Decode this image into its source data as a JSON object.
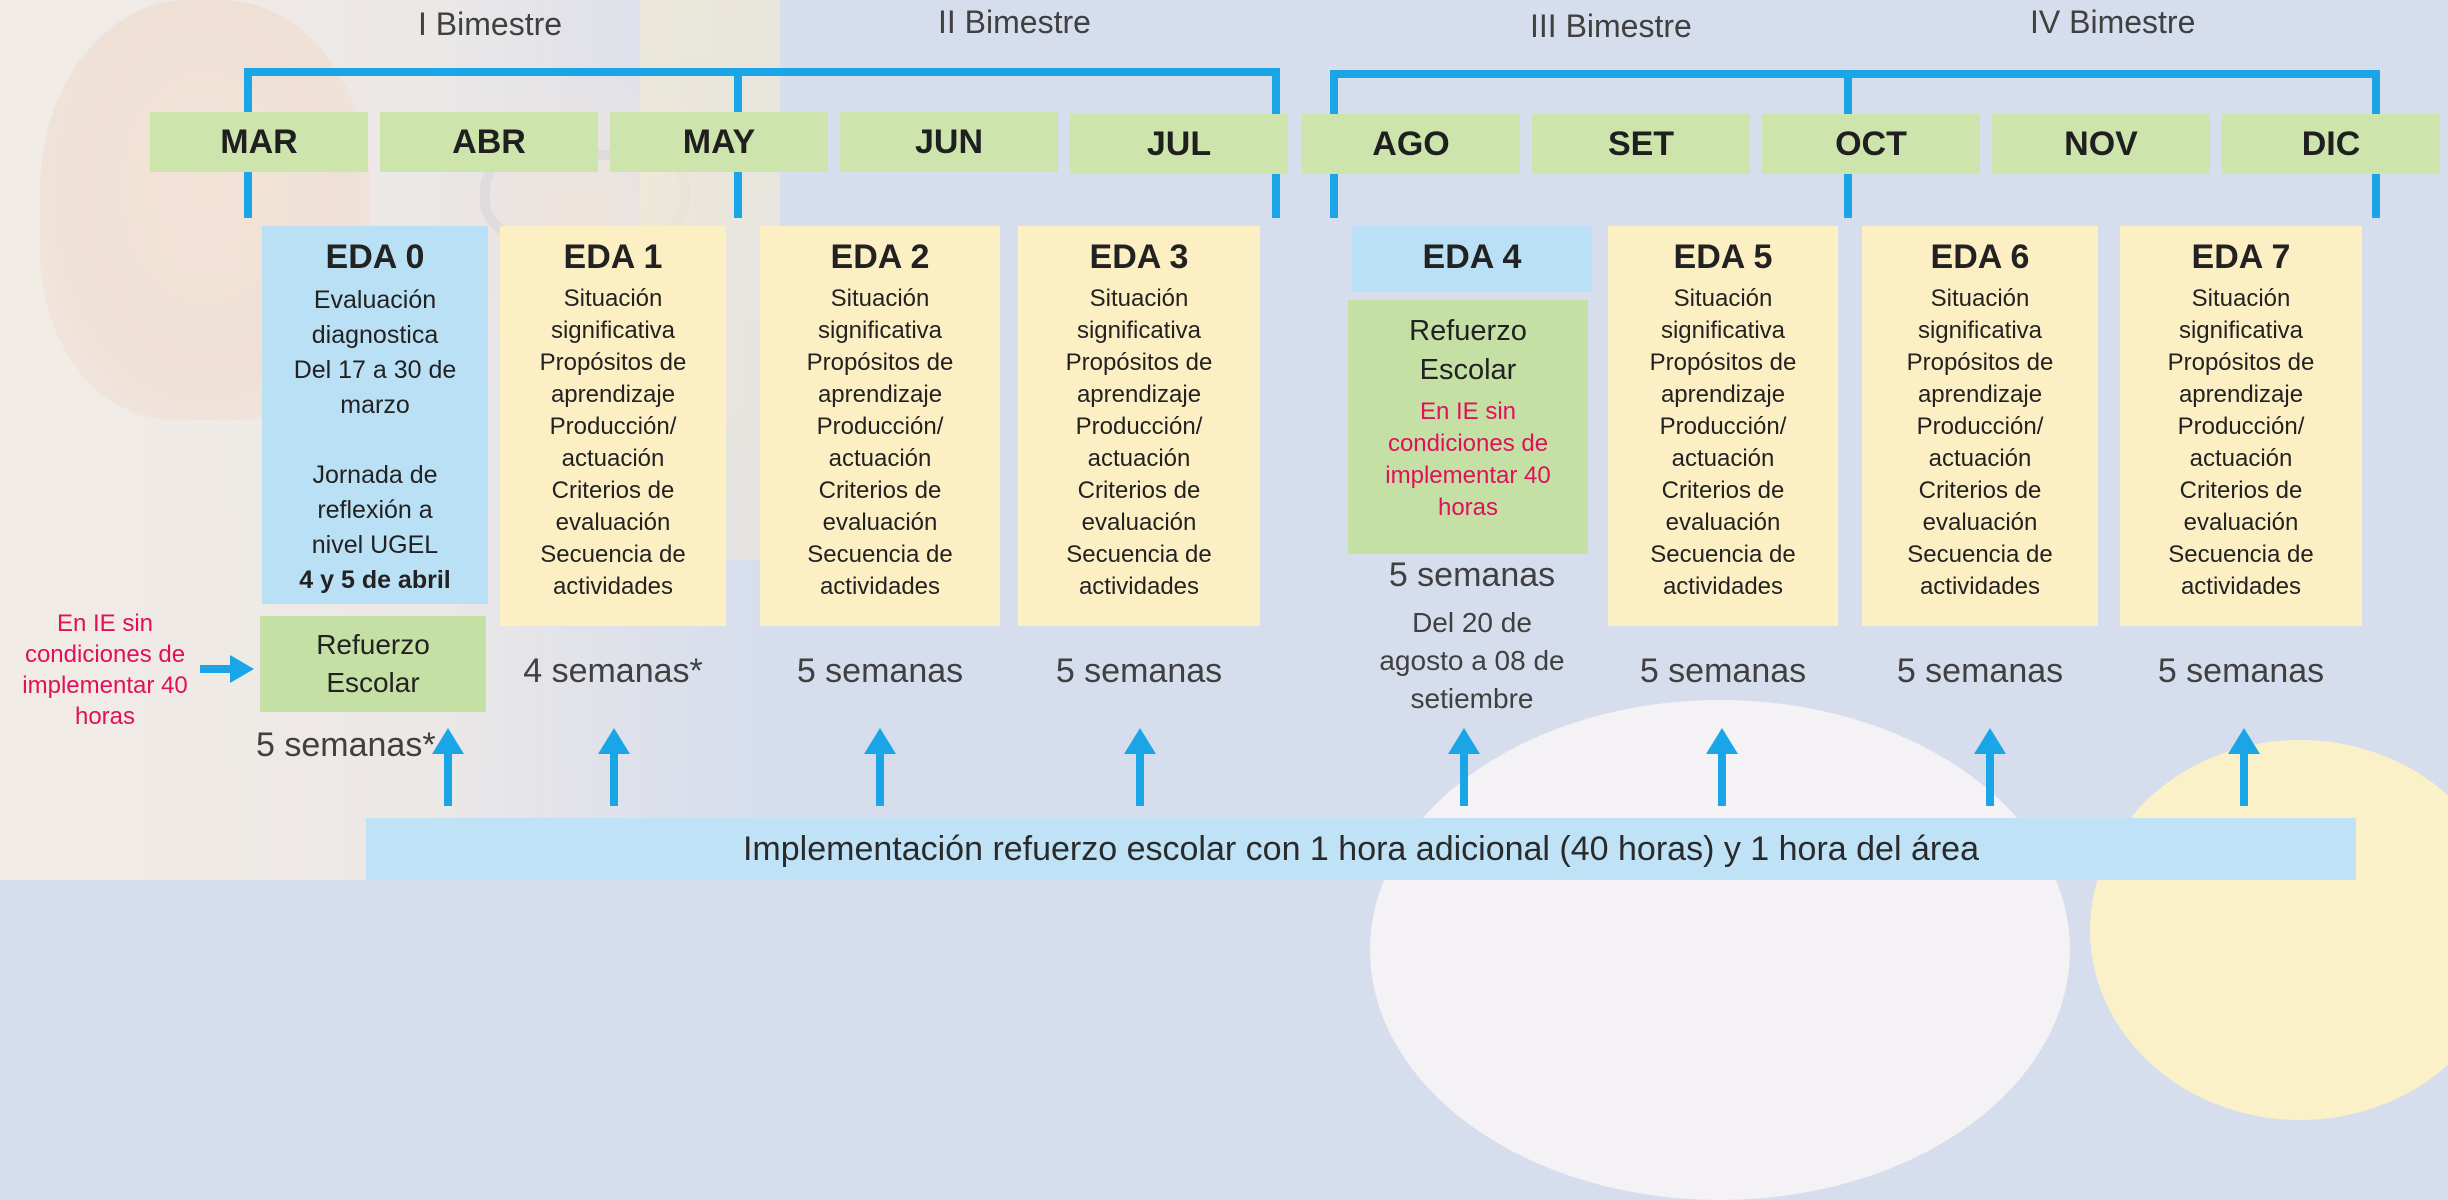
{
  "periods": [
    "I Bimestre",
    "II Bimestre",
    "III Bimestre",
    "IV Bimestre"
  ],
  "months": [
    "MAR",
    "ABR",
    "MAY",
    "JUN",
    "JUL",
    "AGO",
    "SET",
    "OCT",
    "NOV",
    "DIC"
  ],
  "eda0": {
    "title": "EDA 0",
    "lines": [
      "Evaluación",
      "diagnostica",
      "Del 17 a 30 de",
      "marzo",
      "",
      "Jornada de",
      "reflexión a",
      "nivel UGEL"
    ],
    "bold_line": "4 y 5 de abril"
  },
  "eda_standard_lines": [
    "Situación",
    "significativa",
    "Propósitos de",
    "aprendizaje",
    "Producción/",
    "actuación",
    "Criterios de",
    "evaluación",
    "Secuencia de",
    "actividades"
  ],
  "edas": [
    {
      "title": "EDA 1",
      "weeks": "4 semanas*"
    },
    {
      "title": "EDA 2",
      "weeks": "5 semanas"
    },
    {
      "title": "EDA 3",
      "weeks": "5 semanas"
    },
    {
      "title": "EDA 5",
      "weeks": "5 semanas"
    },
    {
      "title": "EDA 6",
      "weeks": "5 semanas"
    },
    {
      "title": "EDA 7",
      "weeks": "5 semanas"
    }
  ],
  "eda4": {
    "title": "EDA 4",
    "refuerzo": [
      "Refuerzo",
      "Escolar"
    ],
    "condition": [
      "En IE sin",
      "condiciones de",
      "implementar 40",
      "horas"
    ],
    "weeks": "5 semanas",
    "dates": [
      "Del 20 de",
      "agosto a 08 de",
      "setiembre"
    ]
  },
  "refuerzo_mar": {
    "label": [
      "Refuerzo",
      "Escolar"
    ],
    "weeks": "5 semanas*"
  },
  "side_note": [
    "En IE sin",
    "condiciones de",
    "implementar 40",
    "horas"
  ],
  "banner": "Implementación refuerzo escolar con 1 hora adicional (40 horas) y 1 hora del área",
  "colors": {
    "accent": "#1aa6e6",
    "month_bg": "#cde4ad",
    "eda_bg": "#fdefc4",
    "eda_blue": "#b9e0f5",
    "red_text": "#e0105a"
  }
}
